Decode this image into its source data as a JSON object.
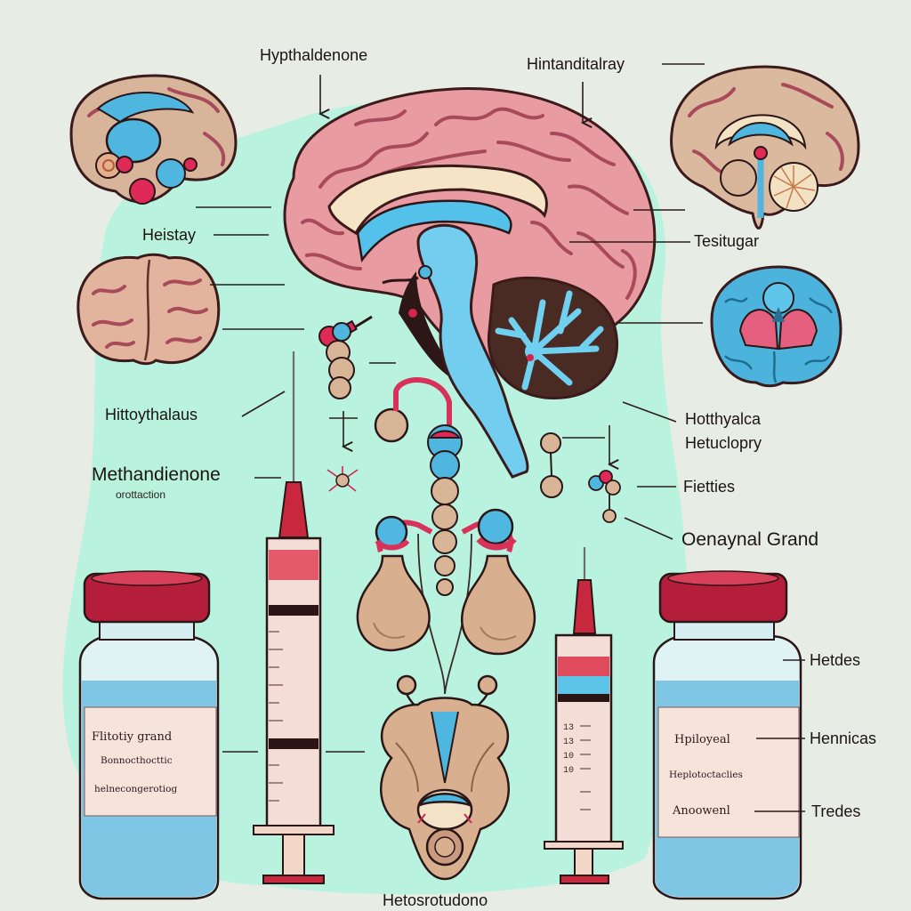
{
  "labels": {
    "hypthaldenone": "Hypthaldenone",
    "hintanditalray": "Hintanditalray",
    "heistay": "Heistay",
    "tesitugar": "Tesitugar",
    "hittoythalaus": "Hittoythalaus",
    "hotthyalca": "Hotthyalca",
    "hetuclopry": "Hetuclopry",
    "methandienone": "Methandienone",
    "orottaction": "orottaction",
    "fietties": "Fietties",
    "oenaynal_grand": "Oenaynal Grand",
    "hetdes": "Hetdes",
    "hennicas": "Hennicas",
    "tredes": "Tredes",
    "bottom": "Hetosrotudono"
  },
  "vial_left_label": [
    "Flitotiy grand",
    "Bonnocthocttic",
    "helnecongerotiog"
  ],
  "vial_right_label": [
    "Hpiloyeal",
    "Heplotoctaclies",
    "Anoowenl"
  ],
  "syringe_scale": [
    "13",
    "13",
    "10",
    "10"
  ]
}
